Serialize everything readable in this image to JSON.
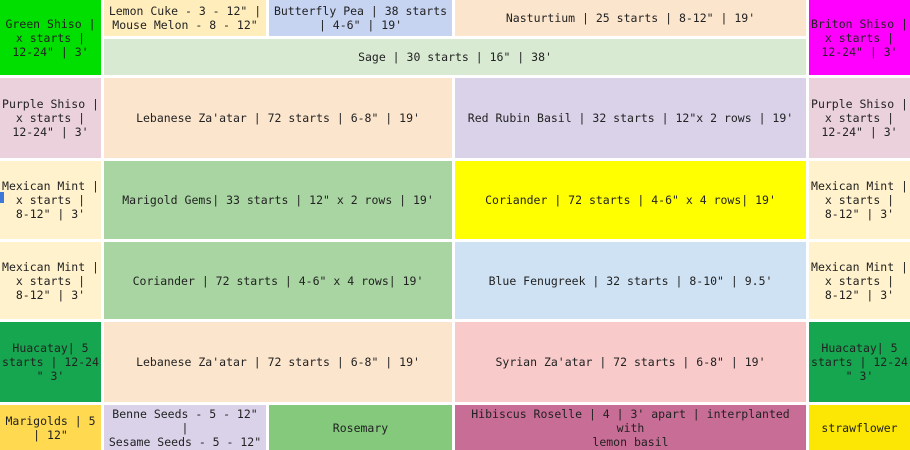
{
  "colors": {
    "grid_background": "#ffffff",
    "text": "#222222",
    "marker_blue": "#3c78d8"
  },
  "cells": {
    "green_shiso": {
      "label": "Green Shiso |\nx starts |\n12-24\" | 3'",
      "bg": "#00df00"
    },
    "lemon_cuke_mouse_melon": {
      "label": "Lemon Cuke - 3 - 12\" |\nMouse Melon - 8 - 12\"",
      "bg": "#ffeebc"
    },
    "butterfly_pea": {
      "label": "Butterfly Pea | 38 starts\n| 4-6\" | 19'",
      "bg": "#c6d3f1"
    },
    "nasturtium": {
      "label": "Nasturtium | 25 starts | 8-12\" | 19'",
      "bg": "#fce5cd"
    },
    "briton_shiso": {
      "label": "Briton Shiso |\nx starts |\n12-24\" | 3'",
      "bg": "#ff00ff"
    },
    "sage": {
      "label": "Sage | 30 starts | 16\" | 38'",
      "bg": "#d9ead3"
    },
    "purple_shiso_left": {
      "label": "Purple Shiso |\nx starts |\n12-24\" | 3'",
      "bg": "#ead1dc"
    },
    "lebanese_zaatar_upper": {
      "label": "Lebanese Za'atar | 72 starts | 6-8\" | 19'",
      "bg": "#fce5cd"
    },
    "red_rubin_basil": {
      "label": "Red Rubin Basil | 32 starts | 12\"x 2 rows | 19'",
      "bg": "#d9d2e9"
    },
    "purple_shiso_right": {
      "label": "Purple Shiso |\nx starts |\n12-24\" | 3'",
      "bg": "#ead1dc"
    },
    "mexican_mint_left_upper": {
      "label": "Mexican Mint |\nx starts |\n8-12\" | 3'",
      "bg": "#fff2cc"
    },
    "marigold_gems": {
      "label": "Marigold Gems| 33 starts | 12\" x 2 rows | 19'",
      "bg": "#a9d5a2"
    },
    "coriander_yellow": {
      "label": "Coriander | 72 starts | 4-6\" x 4 rows| 19'",
      "bg": "#ffff00"
    },
    "mexican_mint_right_upper": {
      "label": "Mexican Mint |\nx starts |\n8-12\" | 3'",
      "bg": "#fff2cc"
    },
    "mexican_mint_left_lower": {
      "label": "Mexican Mint |\nx starts |\n8-12\" | 3'",
      "bg": "#fff2cc"
    },
    "coriander_green": {
      "label": "Coriander | 72 starts | 4-6\" x 4 rows| 19'",
      "bg": "#a9d5a2"
    },
    "blue_fenugreek": {
      "label": "Blue Fenugreek | 32 starts | 8-10\" | 9.5'",
      "bg": "#cfe2f3"
    },
    "mexican_mint_right_lower": {
      "label": "Mexican Mint |\nx starts |\n8-12\" | 3'",
      "bg": "#fff2cc"
    },
    "huacatay_left": {
      "label": "Huacatay| 5\nstarts | 12-24\n\" 3'",
      "bg": "#15a64f"
    },
    "lebanese_zaatar_lower": {
      "label": "Lebanese Za'atar | 72 starts | 6-8\" | 19'",
      "bg": "#fce5cd"
    },
    "syrian_zaatar": {
      "label": "Syrian Za'atar | 72 starts | 6-8\" | 19'",
      "bg": "#f8caca"
    },
    "huacatay_right": {
      "label": "Huacatay| 5\nstarts | 12-24\n\" 3'",
      "bg": "#15a64f"
    },
    "marigolds": {
      "label": "Marigolds | 5\n| 12\"",
      "bg": "#ffd950"
    },
    "benne_sesame_seeds": {
      "label": "Benne Seeds - 5 - 12\" |\nSesame Seeds - 5 - 12\"",
      "bg": "#d9d2e9"
    },
    "rosemary": {
      "label": "Rosemary",
      "bg": "#84c97c"
    },
    "hibiscus_roselle": {
      "label": "Hibiscus Roselle | 4 | 3' apart | interplanted with\nlemon basil",
      "bg": "#c86d96"
    },
    "strawflower": {
      "label": "strawflower",
      "bg": "#fbe604"
    }
  }
}
